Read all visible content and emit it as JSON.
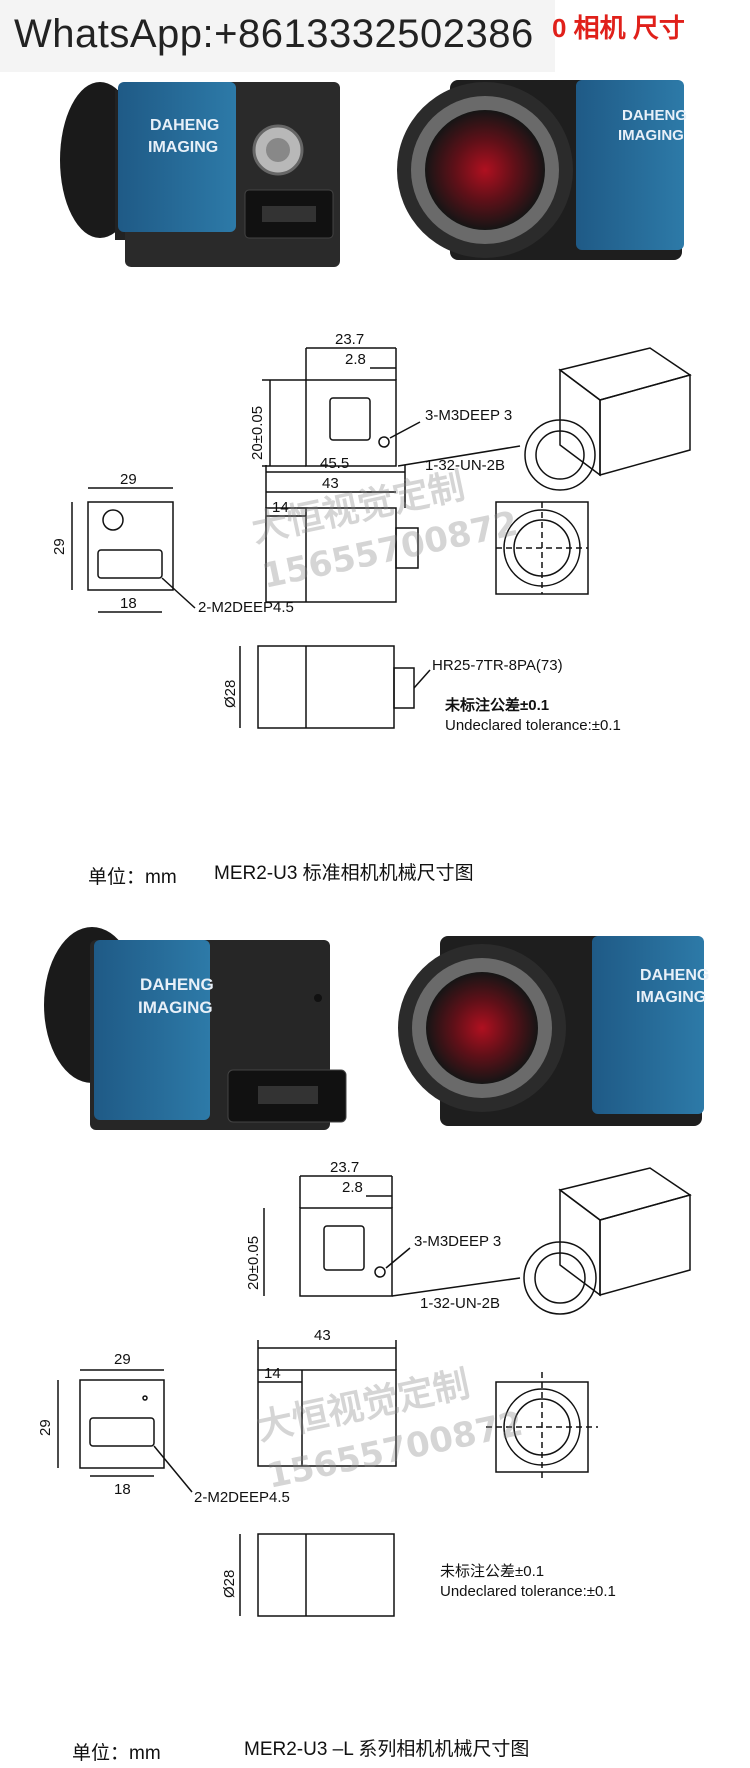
{
  "banner": {
    "contact": "WhatsApp:+8613332502386",
    "title_fragment": "0 相机 尺寸"
  },
  "camera_brand": {
    "line1": "DAHENG",
    "line2": "IMAGING"
  },
  "section1": {
    "dims": {
      "top_width": "23.7",
      "top_offset": "2.8",
      "mount_holes": "3-M3DEEP 3",
      "height_tol": "20±0.05",
      "thread": "1-32-UN-2B",
      "side_total": "45.5",
      "side_body": "43",
      "side_front": "14",
      "rear_w": "29",
      "rear_h": "29",
      "rear_slot": "18",
      "rear_holes": "2-M2DEEP4.5",
      "diameter": "Ø28",
      "connector": "HR25-7TR-8PA(73)"
    },
    "tolerance_cn": "未标注公差±0.1",
    "tolerance_en": "Undeclared tolerance:±0.1",
    "unit_label": "单位：mm",
    "caption": "MER2-U3 标准相机机械尺寸图",
    "watermark_cn": "大恒视觉定制",
    "watermark_num": "15655700872"
  },
  "section2": {
    "dims": {
      "top_width": "23.7",
      "top_offset": "2.8",
      "mount_holes": "3-M3DEEP 3",
      "height_tol": "20±0.05",
      "thread": "1-32-UN-2B",
      "side_body": "43",
      "side_front": "14",
      "rear_w": "29",
      "rear_h": "29",
      "rear_slot": "18",
      "rear_holes": "2-M2DEEP4.5",
      "diameter": "Ø28"
    },
    "tolerance_cn": "未标注公差±0.1",
    "tolerance_en": "Undeclared tolerance:±0.1",
    "unit_label": "单位：mm",
    "caption": "MER2-U3 –L 系列相机机械尺寸图",
    "watermark_cn": "大恒视觉定制",
    "watermark_num": "15655700872"
  }
}
